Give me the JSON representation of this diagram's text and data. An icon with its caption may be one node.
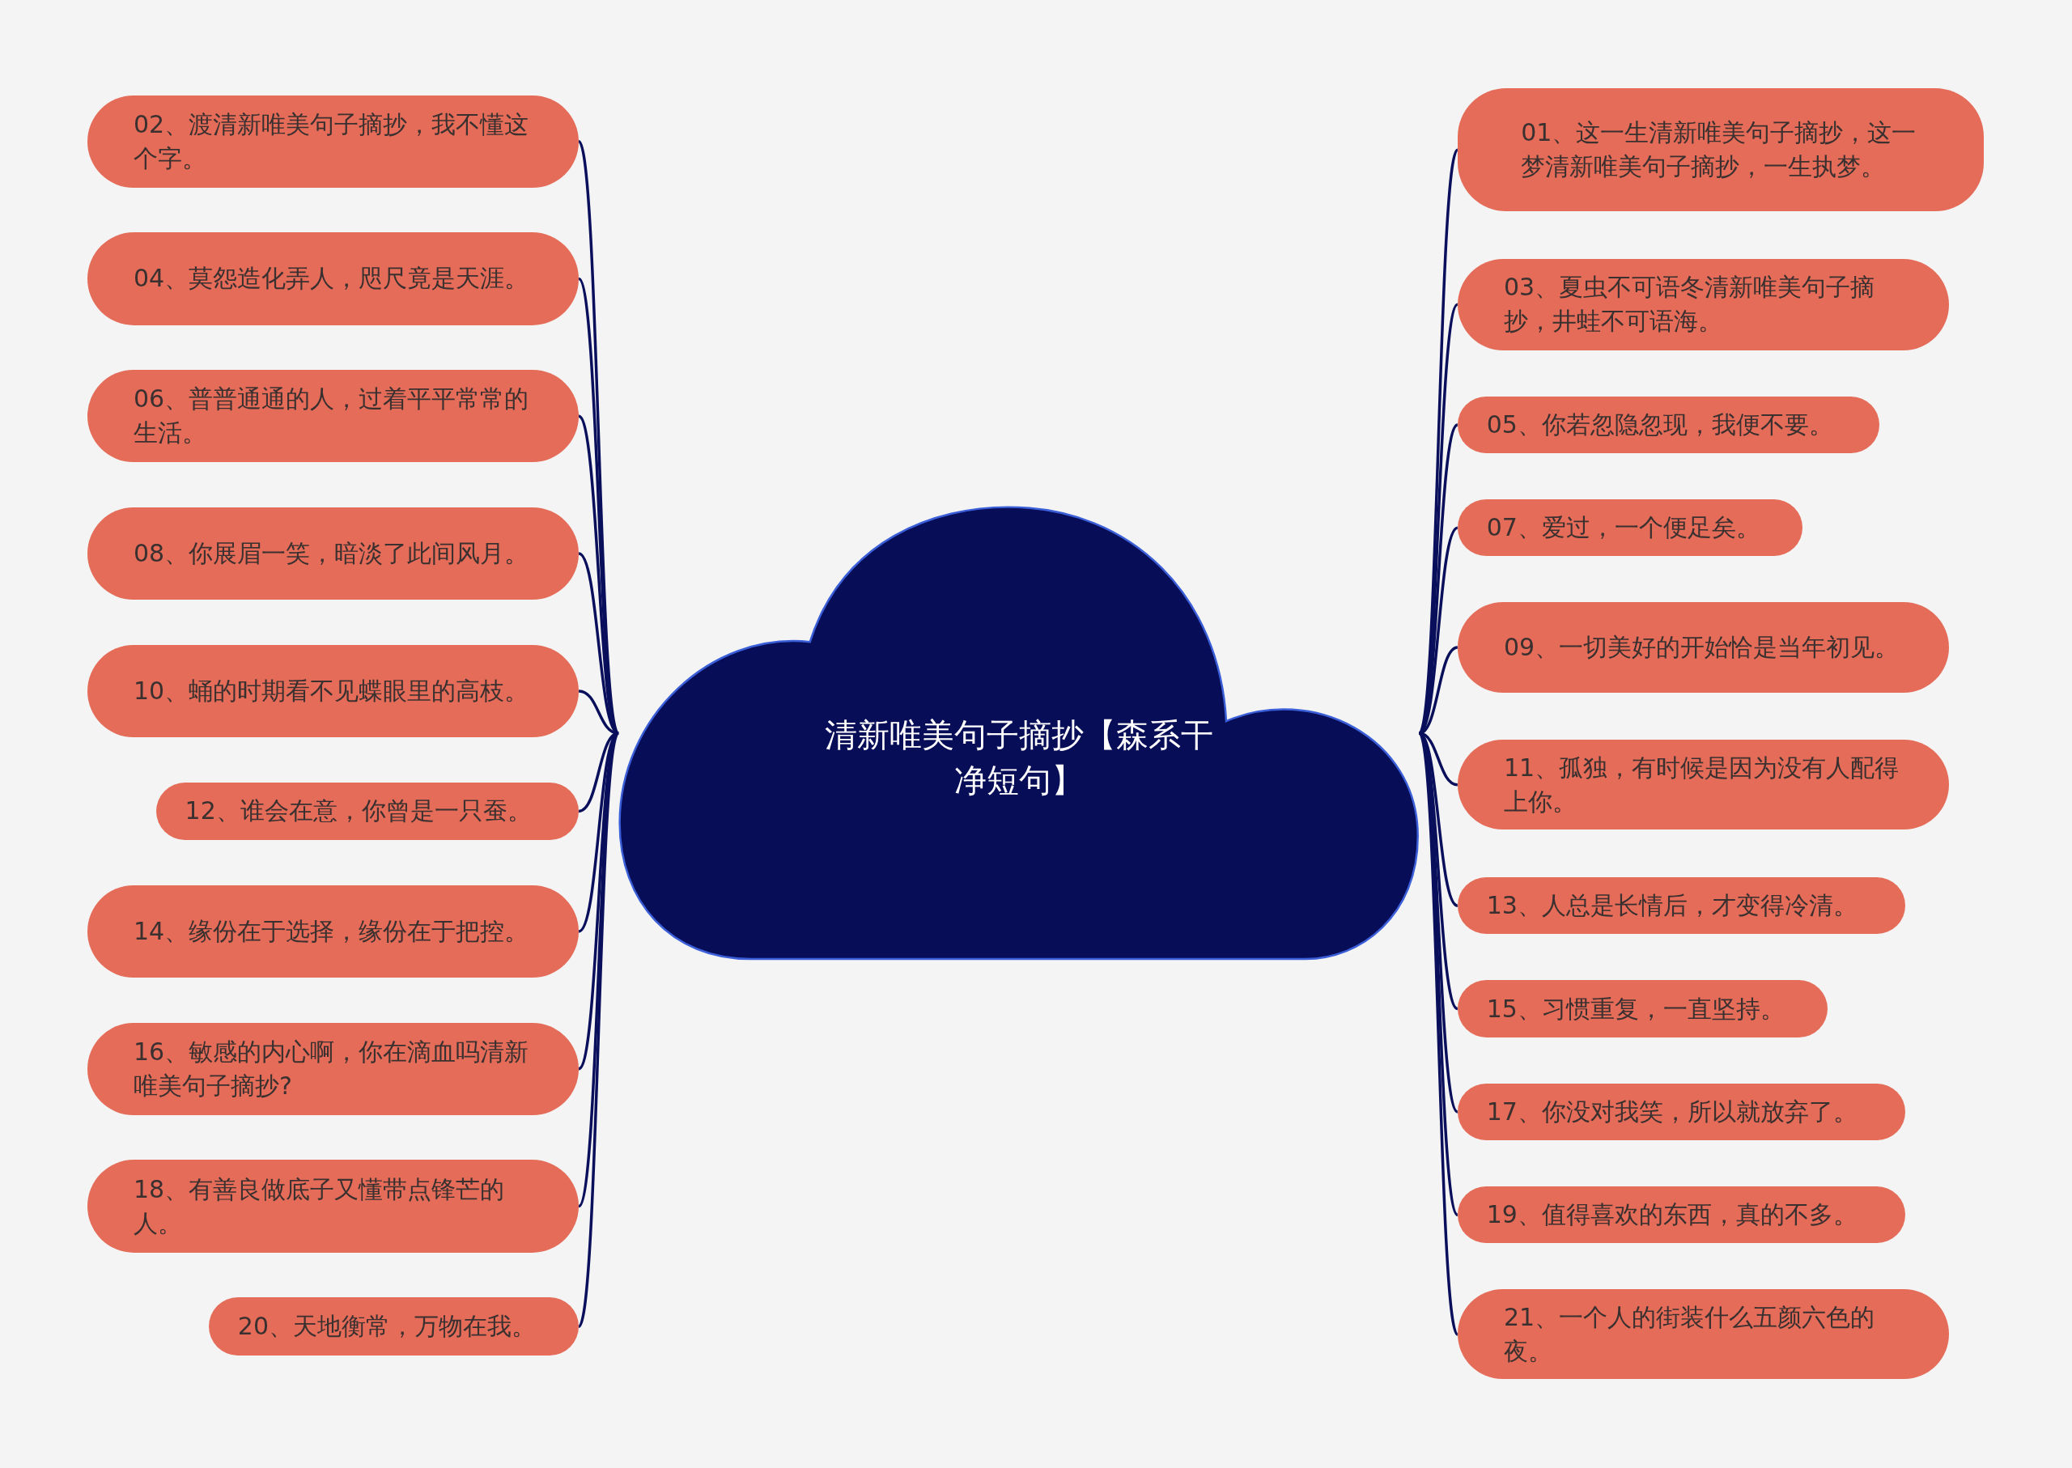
{
  "diagram": {
    "nodes": [
      {
        "text": [
          "清新唯美句子摘抄【森系干净短句】"
        ]
      },
      {
        "text": [
          "02、渡清新唯美句子摘抄，我不懂这个字。"
        ]
      },
      {
        "text": [
          "04、莫怨造化弄人，咫尺竟是天涯。"
        ]
      },
      {
        "text": [
          "06、普普通通的人，过着平平常常的生活。"
        ]
      },
      {
        "text": [
          "08、你展眉一笑，暗淡了此间风月。"
        ]
      },
      {
        "text": [
          "10、蛹的时期看不见蝶眼里的高枝。"
        ]
      },
      {
        "text": [
          "12、谁会在意，你曾是一只蚕。"
        ]
      },
      {
        "text": [
          "14、缘份在于选择，缘份在于把控。"
        ]
      },
      {
        "text": [
          "16、敏感的内心啊，你在滴血吗清新唯美句子摘抄?"
        ]
      },
      {
        "text": [
          "18、有善良做底子又懂带点锋芒的人。"
        ]
      },
      {
        "text": [
          "20、天地衡常，万物在我。"
        ]
      },
      {
        "text": [
          "01、这一生清新唯美句子摘抄，这一梦清新唯美句子摘抄，一生执梦。"
        ]
      },
      {
        "text": [
          "03、夏虫不可语冬清新唯美句子摘抄，井蛙不可语海。"
        ]
      },
      {
        "text": [
          "05、你若忽隐忽现，我便不要。"
        ]
      },
      {
        "text": [
          "07、爱过，一个便足矣。"
        ]
      },
      {
        "text": [
          "09、一切美好的开始恰是当年初见。"
        ]
      },
      {
        "text": [
          "11、孤独，有时候是因为没有人配得上你。"
        ]
      },
      {
        "text": [
          "13、人总是长情后，才变得冷清。"
        ]
      },
      {
        "text": [
          "15、习惯重复，一直坚持。"
        ]
      },
      {
        "text": [
          "17、你没对我笑，所以就放弃了。"
        ]
      },
      {
        "text": [
          "19、值得喜欢的东西，真的不多。"
        ]
      },
      {
        "text": [
          "21、一个人的街装什么五颜六色的夜。"
        ]
      }
    ],
    "edges": [
      {
        "from": 0,
        "to": 1,
        "arrow": "none"
      },
      {
        "from": 0,
        "to": 2,
        "arrow": "none"
      },
      {
        "from": 0,
        "to": 3,
        "arrow": "none"
      },
      {
        "from": 0,
        "to": 4,
        "arrow": "none"
      },
      {
        "from": 0,
        "to": 5,
        "arrow": "none"
      },
      {
        "from": 0,
        "to": 6,
        "arrow": "none"
      },
      {
        "from": 0,
        "to": 7,
        "arrow": "none"
      },
      {
        "from": 0,
        "to": 8,
        "arrow": "none"
      },
      {
        "from": 0,
        "to": 9,
        "arrow": "none"
      },
      {
        "from": 0,
        "to": 10,
        "arrow": "none"
      },
      {
        "from": 0,
        "to": 11,
        "arrow": "none"
      },
      {
        "from": 0,
        "to": 12,
        "arrow": "none"
      },
      {
        "from": 0,
        "to": 13,
        "arrow": "none"
      },
      {
        "from": 0,
        "to": 14,
        "arrow": "none"
      },
      {
        "from": 0,
        "to": 15,
        "arrow": "none"
      },
      {
        "from": 0,
        "to": 16,
        "arrow": "none"
      },
      {
        "from": 0,
        "to": 17,
        "arrow": "none"
      },
      {
        "from": 0,
        "to": 18,
        "arrow": "none"
      },
      {
        "from": 0,
        "to": 19,
        "arrow": "none"
      },
      {
        "from": 0,
        "to": 20,
        "arrow": "none"
      },
      {
        "from": 0,
        "to": 21,
        "arrow": "none"
      }
    ]
  }
}
